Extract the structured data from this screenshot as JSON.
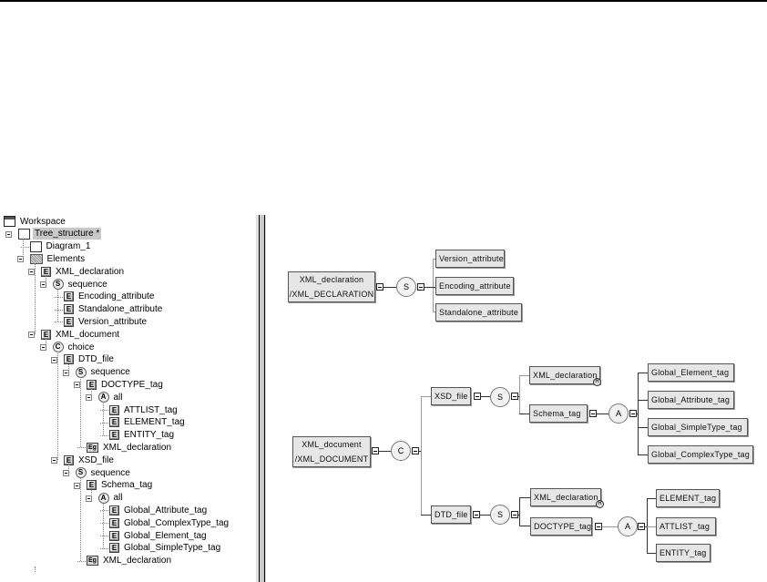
{
  "tree": {
    "items": [
      {
        "label": "Workspace",
        "icon": "workspace-icon",
        "level": 0
      },
      {
        "label": "Tree_structure *",
        "icon": "project-icon",
        "level": 0,
        "selected": true
      },
      {
        "label": "Diagram_1",
        "icon": "diagram-icon",
        "level": 1
      },
      {
        "label": "Elements",
        "icon": "folder-icon",
        "level": 1
      },
      {
        "label": "XML_declaration",
        "icon": "element-icon",
        "level": 2
      },
      {
        "label": "sequence",
        "icon": "sequence-icon",
        "level": 3
      },
      {
        "label": "Encoding_attribute",
        "icon": "element-icon",
        "level": 4
      },
      {
        "label": "Standalone_attribute",
        "icon": "element-icon",
        "level": 4
      },
      {
        "label": "Version_attribute",
        "icon": "element-icon",
        "level": 4
      },
      {
        "label": "XML_document",
        "icon": "element-icon",
        "level": 2
      },
      {
        "label": "choice",
        "icon": "choice-icon",
        "level": 3
      },
      {
        "label": "DTD_file",
        "icon": "element-icon",
        "level": 4
      },
      {
        "label": "sequence",
        "icon": "sequence-icon",
        "level": 5
      },
      {
        "label": "DOCTYPE_tag",
        "icon": "element-icon",
        "level": 6
      },
      {
        "label": "all",
        "icon": "all-icon",
        "level": 7
      },
      {
        "label": "ATTLIST_tag",
        "icon": "element-icon",
        "level": 8
      },
      {
        "label": "ELEMENT_tag",
        "icon": "element-icon",
        "level": 8
      },
      {
        "label": "ENTITY_tag",
        "icon": "element-icon",
        "level": 8
      },
      {
        "label": "XML_declaration",
        "icon": "element-ref-icon",
        "level": 6
      },
      {
        "label": "XSD_file",
        "icon": "element-icon",
        "level": 4
      },
      {
        "label": "sequence",
        "icon": "sequence-icon",
        "level": 5
      },
      {
        "label": "Schema_tag",
        "icon": "element-icon",
        "level": 6
      },
      {
        "label": "all",
        "icon": "all-icon",
        "level": 7
      },
      {
        "label": "Global_Attribute_tag",
        "icon": "element-icon",
        "level": 8
      },
      {
        "label": "Global_ComplexType_tag",
        "icon": "element-icon",
        "level": 8
      },
      {
        "label": "Global_Element_tag",
        "icon": "element-icon",
        "level": 8
      },
      {
        "label": "Global_SimpleType_tag",
        "icon": "element-icon",
        "level": 8
      },
      {
        "label": "XML_declaration",
        "icon": "element-ref-icon",
        "level": 6
      }
    ]
  },
  "diagram": {
    "xml_declaration": {
      "name": "XML_declaration",
      "tag": "/XML_DECLARATION",
      "compositor": "S",
      "children": [
        "Version_attribute",
        "Encoding_attribute",
        "Standalone_attribute"
      ]
    },
    "xml_document": {
      "name": "XML_document",
      "tag": "/XML_DOCUMENT",
      "compositor": "C"
    },
    "xsd_file": {
      "name": "XSD_file",
      "compositor": "S",
      "ref": "XML_declaration",
      "schema": "Schema_tag",
      "schema_compositor": "A",
      "children": [
        "Global_Element_tag",
        "Global_Attribute_tag",
        "Global_SimpleType_tag",
        "Global_ComplexType_tag"
      ]
    },
    "dtd_file": {
      "name": "DTD_file",
      "compositor": "S",
      "ref": "XML_declaration",
      "doctype": "DOCTYPE_tag",
      "doctype_compositor": "A",
      "children": [
        "ELEMENT_tag",
        "ATTLIST_tag",
        "ENTITY_tag"
      ]
    }
  }
}
